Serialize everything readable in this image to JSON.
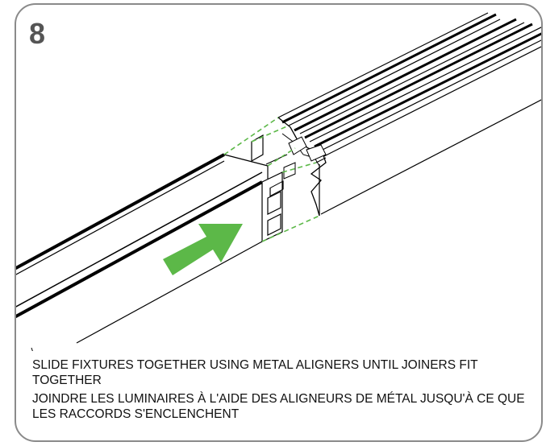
{
  "step_number": "8",
  "instructions": {
    "english": "SLIDE FIXTURES TOGETHER USING METAL ALIGNERS UNTIL JOINERS FIT TOGETHER",
    "french": "JOINDRE LES LUMINAIRES À L'AIDE DES ALIGNEURS DE MÉTAL JUSQU'À CE QUE LES RACCORDS S'ENCLENCHENT"
  },
  "colors": {
    "arrow": "#5cb848",
    "guide_lines": "#5cb848",
    "border": "#8a8a8a"
  },
  "icons": {
    "direction_arrow": "arrow-right-icon"
  }
}
